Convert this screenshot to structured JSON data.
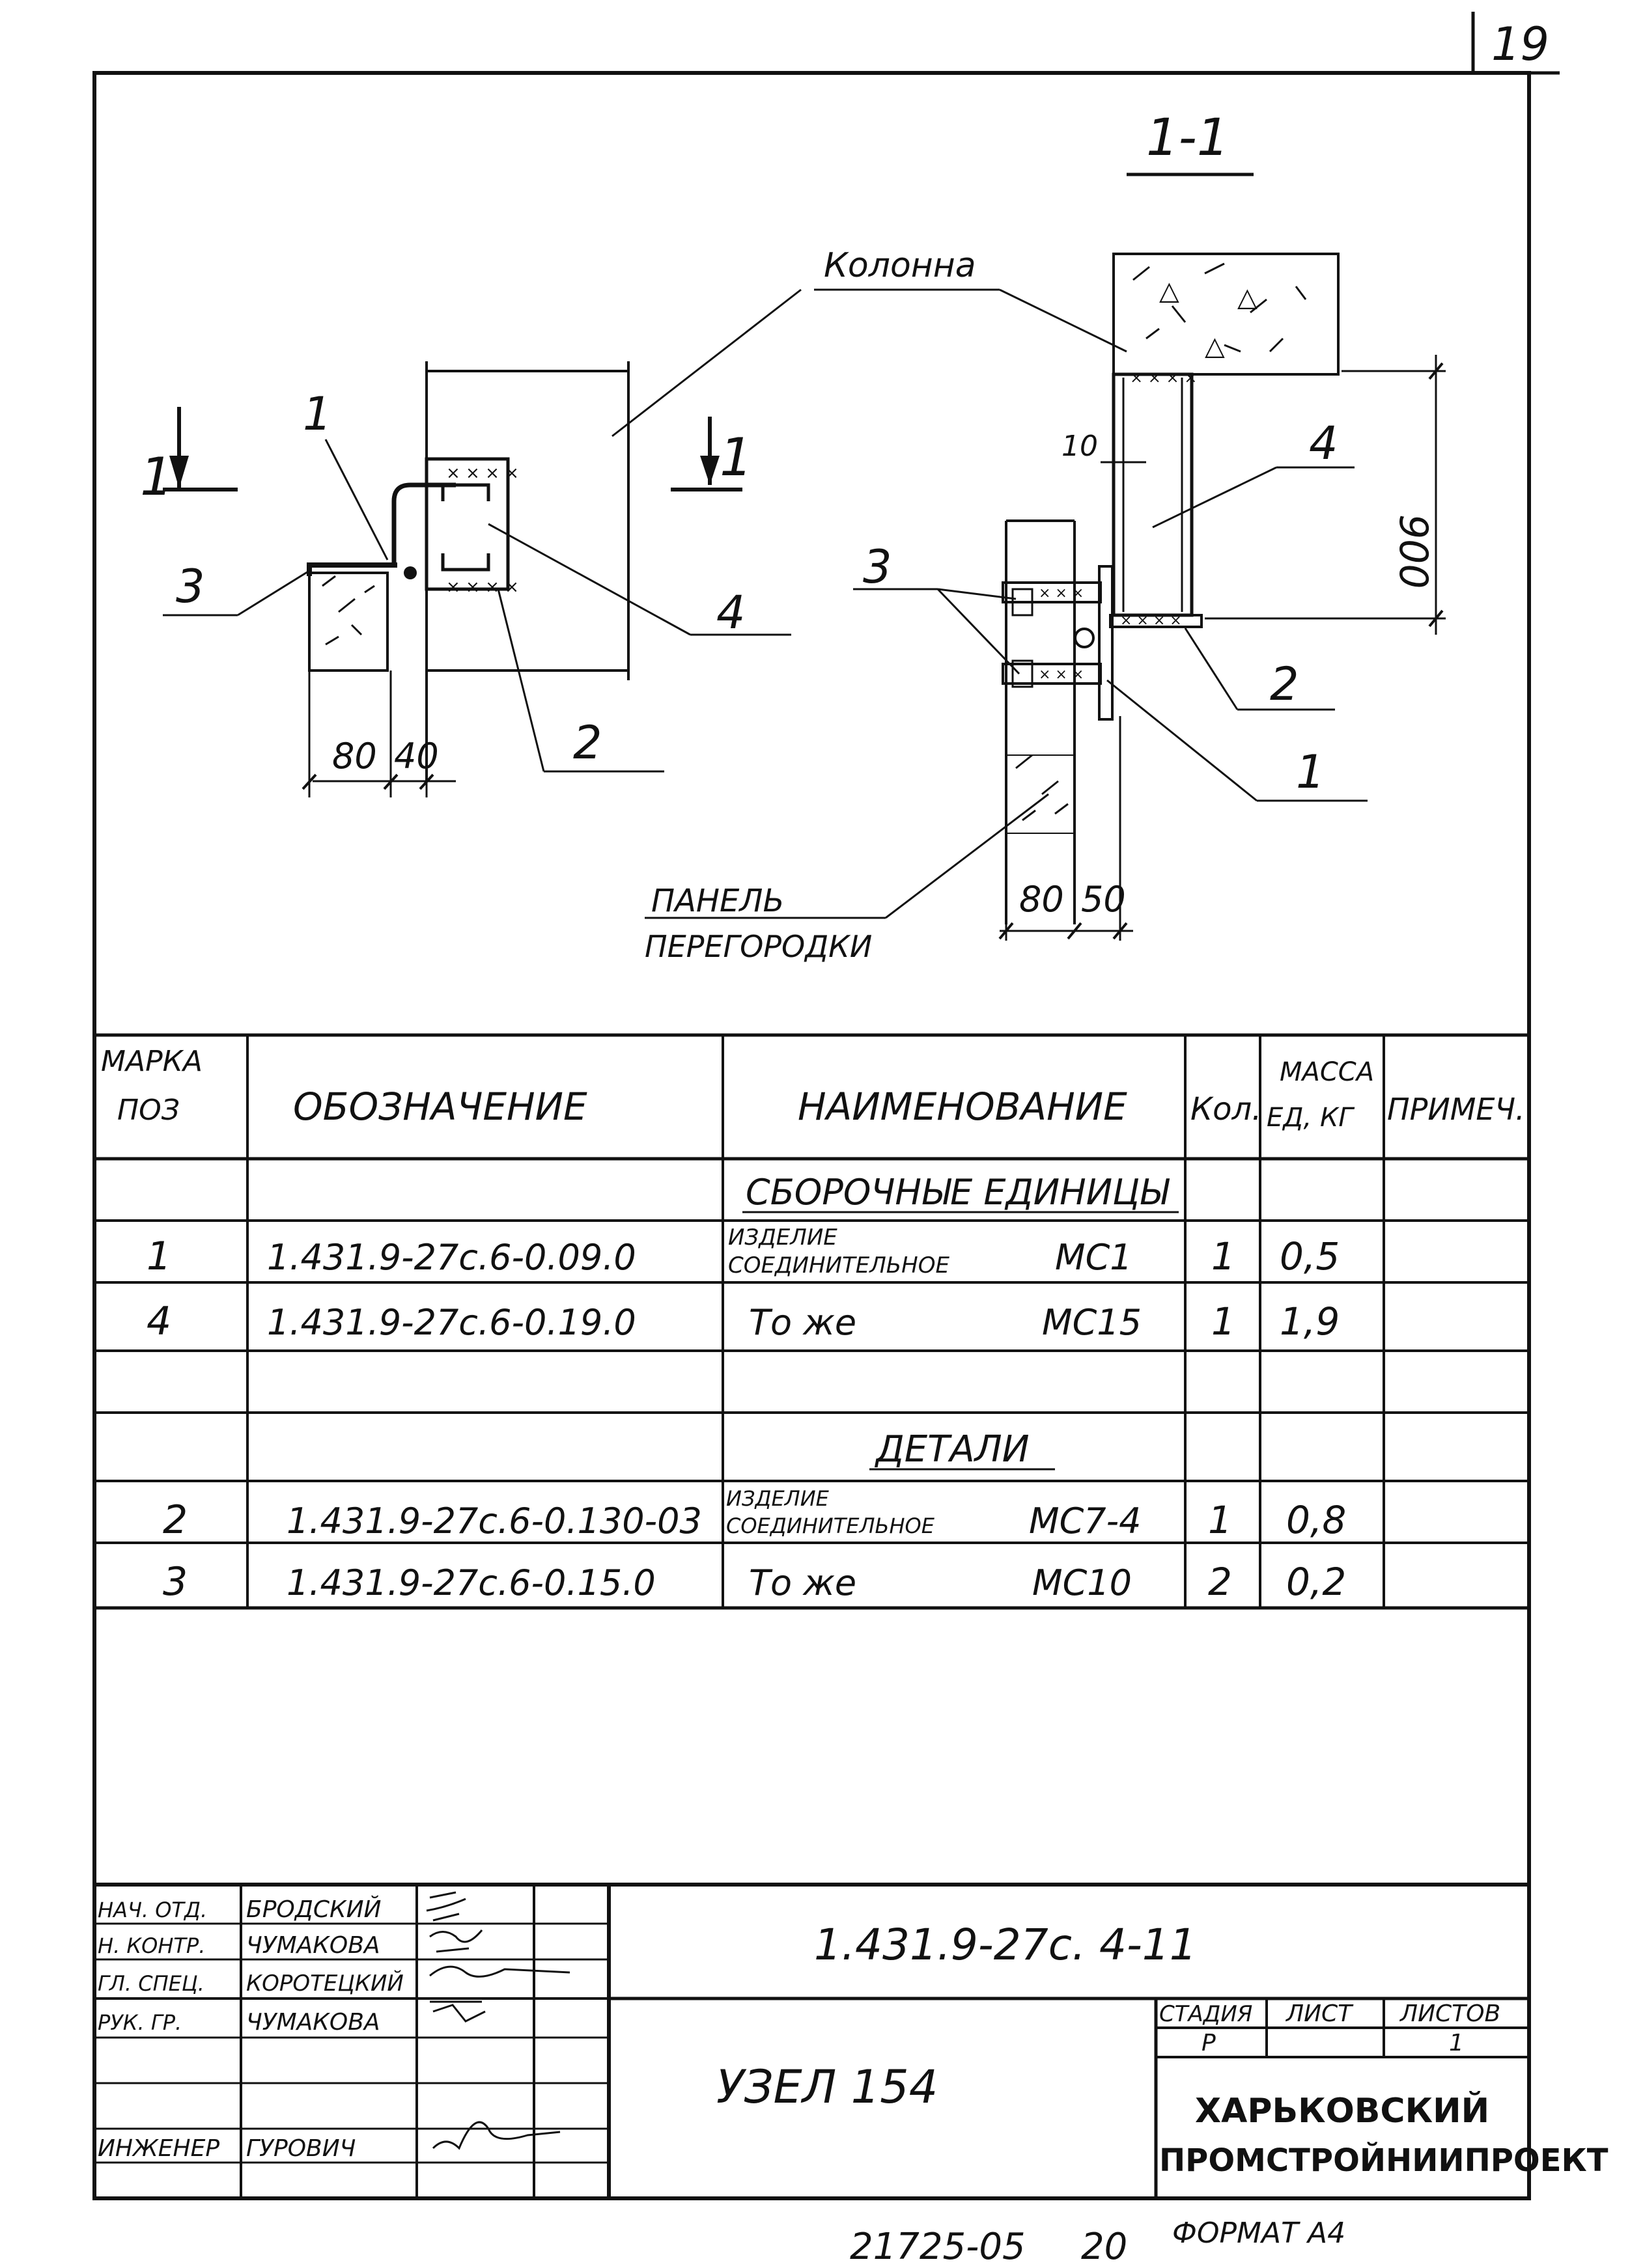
{
  "page_number": "19",
  "section_label": "1-1",
  "callouts": {
    "column": "Колонна",
    "panel_line1": "ПАНЕЛЬ",
    "panel_line2": "ПЕРЕГОРОДКИ",
    "left_1": "1",
    "left_2": "2",
    "left_3": "3",
    "left_4": "4",
    "right_1": "1",
    "right_2": "2",
    "right_3": "3",
    "right_4": "4",
    "cut_left": "1",
    "cut_right": "1"
  },
  "dimensions": {
    "left_a": "80",
    "left_b": "40",
    "right_a": "80",
    "right_b": "50",
    "height": "900",
    "gap": "10"
  },
  "spec_table": {
    "headers": {
      "mark_line1": "МАРКА",
      "mark_line2": "ПОЗ",
      "designation": "ОБОЗНАЧЕНИЕ",
      "name": "НАИМЕНОВАНИЕ",
      "qty": "Кол.",
      "mass_line1": "МАССА",
      "mass_line2": "ЕД, КГ",
      "note": "ПРИМЕЧ."
    },
    "section_assemblies": "СБОРОЧНЫЕ ЕДИНИЦЫ",
    "section_details": "ДЕТАЛИ",
    "rows": [
      {
        "mark": "1",
        "designation": "1.431.9-27с.6-0.09.0",
        "name1": "ИЗДЕЛИЕ",
        "name2": "СОЕДИНИТЕЛЬНОЕ",
        "code": "МС1",
        "qty": "1",
        "mass": "0,5"
      },
      {
        "mark": "4",
        "designation": "1.431.9-27с.6-0.19.0",
        "name1": "То же",
        "name2": "",
        "code": "МС15",
        "qty": "1",
        "mass": "1,9"
      },
      {
        "mark": "2",
        "designation": "1.431.9-27с.6-0.130-03",
        "name1": "ИЗДЕЛИЕ",
        "name2": "СОЕДИНИТЕЛЬНОЕ",
        "code": "МС7-4",
        "qty": "1",
        "mass": "0,8"
      },
      {
        "mark": "3",
        "designation": "1.431.9-27с.6-0.15.0",
        "name1": "То же",
        "name2": "",
        "code": "МС10",
        "qty": "2",
        "mass": "0,2"
      }
    ]
  },
  "title_block": {
    "staff": [
      {
        "role": "НАЧ. ОТД.",
        "name": "БРОДСКИЙ"
      },
      {
        "role": "Н. КОНТР.",
        "name": "ЧУМАКОВА"
      },
      {
        "role": "ГЛ. СПЕЦ.",
        "name": "КОРОТЕЦКИЙ"
      },
      {
        "role": "РУК. ГР.",
        "name": "ЧУМАКОВА"
      },
      {
        "role": "",
        "name": ""
      },
      {
        "role": "ИНЖЕНЕР",
        "name": "ГУРОВИЧ"
      }
    ],
    "doc_code": "1.431.9-27с. 4-11",
    "title": "УЗЕЛ 154",
    "stage_label": "СТАДИЯ",
    "sheet_label": "ЛИСТ",
    "sheets_label": "ЛИСТОВ",
    "stage": "Р",
    "sheet": "",
    "sheets": "1",
    "org_line1": "ХАРЬКОВСКИЙ",
    "org_line2": "ПРОМСТРОЙНИИПРОЕКТ"
  },
  "footer": {
    "inventory": "21725-05",
    "copy_number": "20",
    "format": "ФОРМАТ А4"
  }
}
